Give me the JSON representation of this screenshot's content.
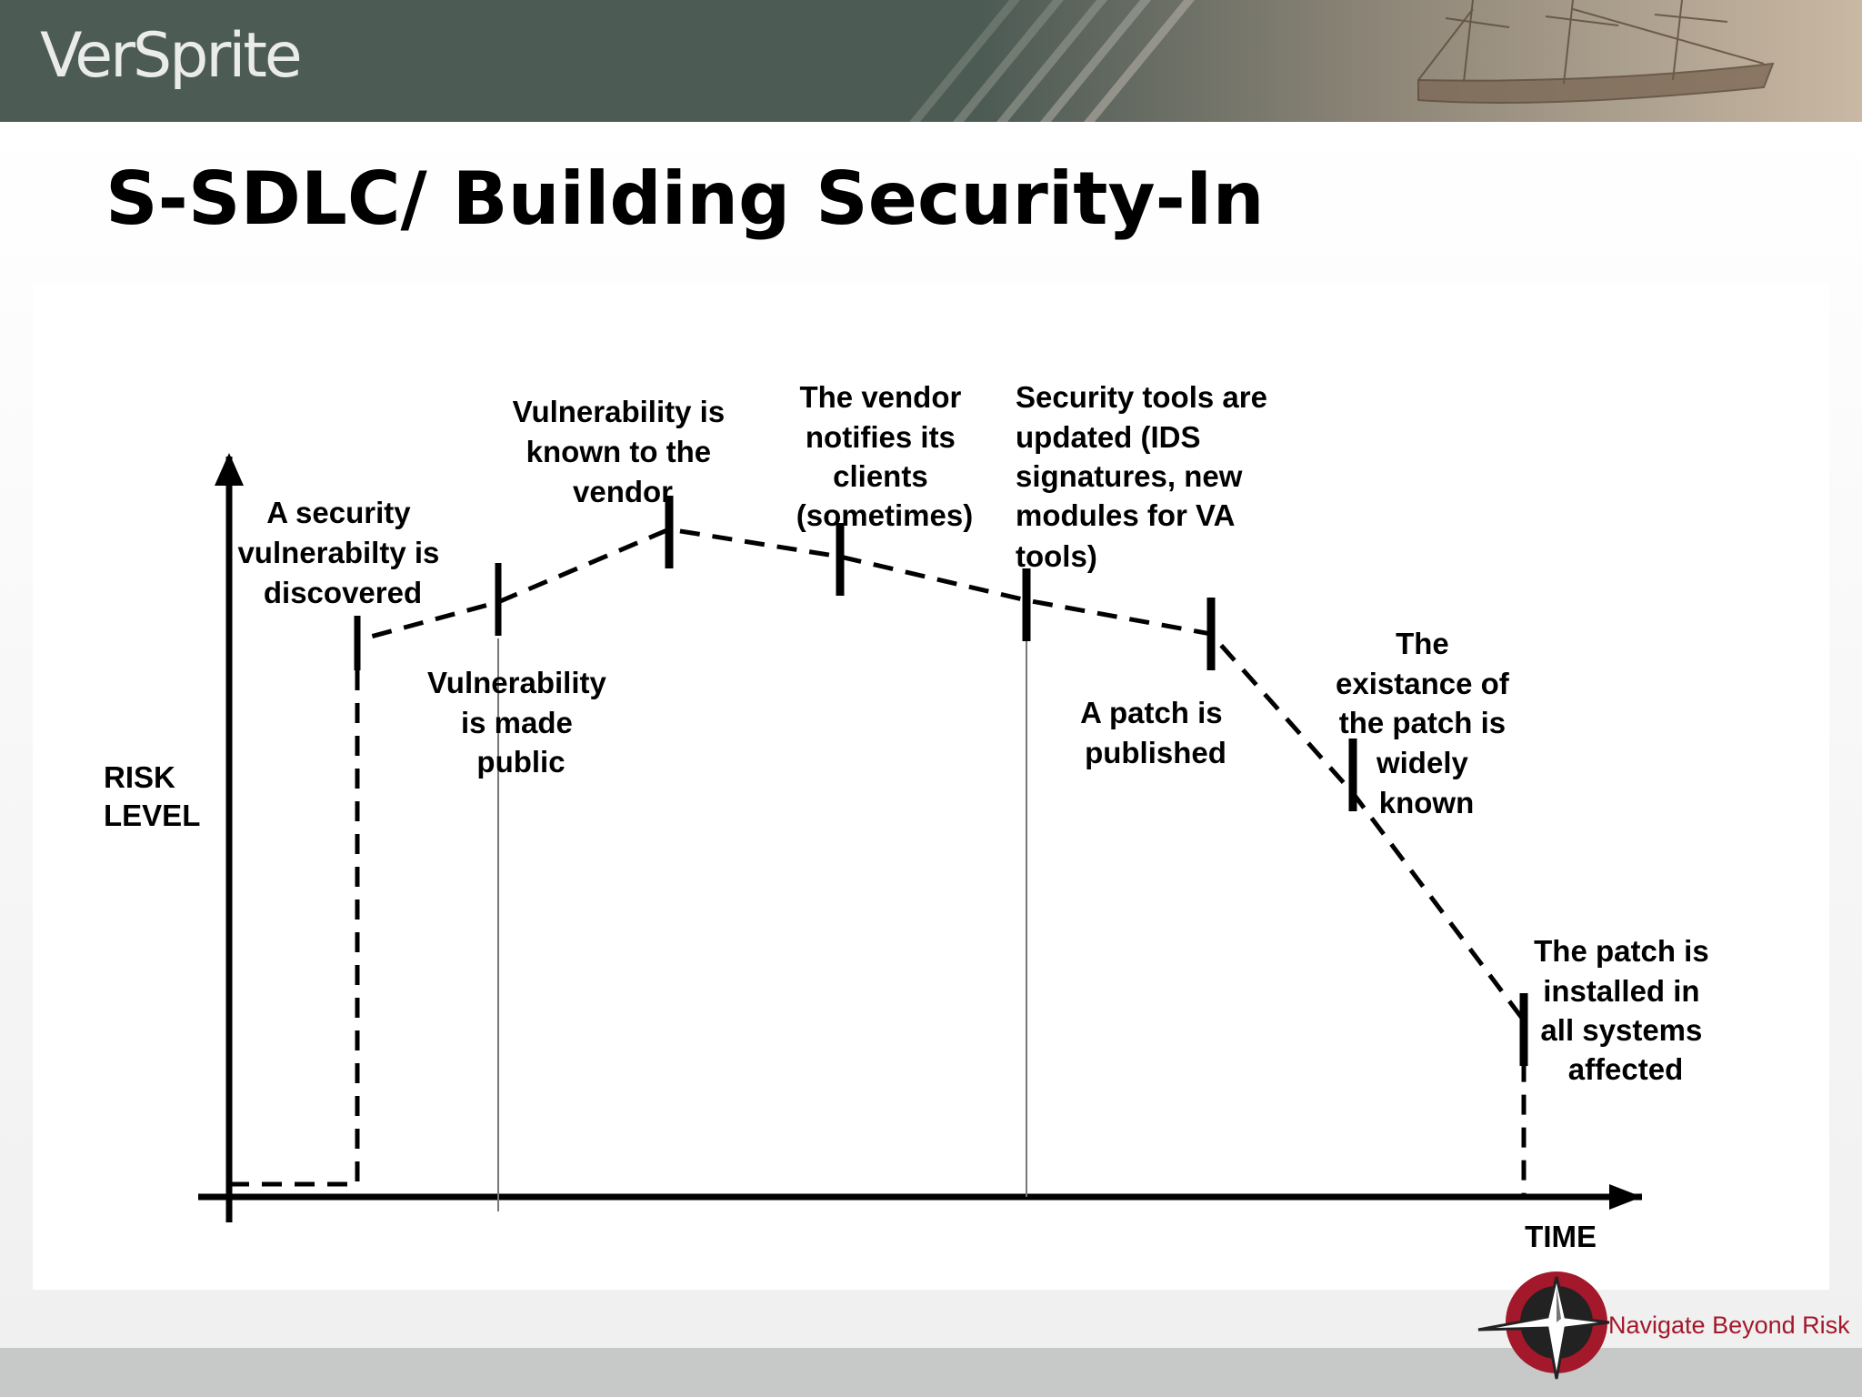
{
  "header": {
    "logo_text": "VerSprite"
  },
  "slide": {
    "title": "S-SDLC/ Building Security-In"
  },
  "diagram": {
    "y_axis_label": [
      "RISK",
      "LEVEL"
    ],
    "x_axis_label": "TIME",
    "events": [
      {
        "id": "discovered",
        "lines": [
          "A security",
          "vulnerabilty  is",
          "discovered"
        ]
      },
      {
        "id": "made-public",
        "lines": [
          "Vulnerability",
          "is made",
          "public"
        ]
      },
      {
        "id": "known-vendor",
        "lines": [
          "Vulnerability is",
          "known to the",
          "vendor"
        ]
      },
      {
        "id": "vendor-notifies",
        "lines": [
          "The vendor",
          "notifies its",
          "clients",
          "(sometimes)"
        ]
      },
      {
        "id": "tools-updated",
        "lines": [
          "Security tools are",
          "updated (IDS",
          "signatures, new",
          "modules for VA",
          "tools)"
        ]
      },
      {
        "id": "patch-published",
        "lines": [
          "A patch is",
          "published"
        ]
      },
      {
        "id": "patch-known",
        "lines": [
          "The",
          "existance of",
          "the patch is",
          "widely",
          "known"
        ]
      },
      {
        "id": "patch-installed",
        "lines": [
          "The patch is",
          "installed in",
          "all systems",
          "affected"
        ]
      }
    ]
  },
  "footer": {
    "tagline": "Navigate Beyond Risk"
  },
  "colors": {
    "header": "#4d5b55",
    "brand_red": "#a3182a",
    "footer": "#c6c9c8"
  }
}
